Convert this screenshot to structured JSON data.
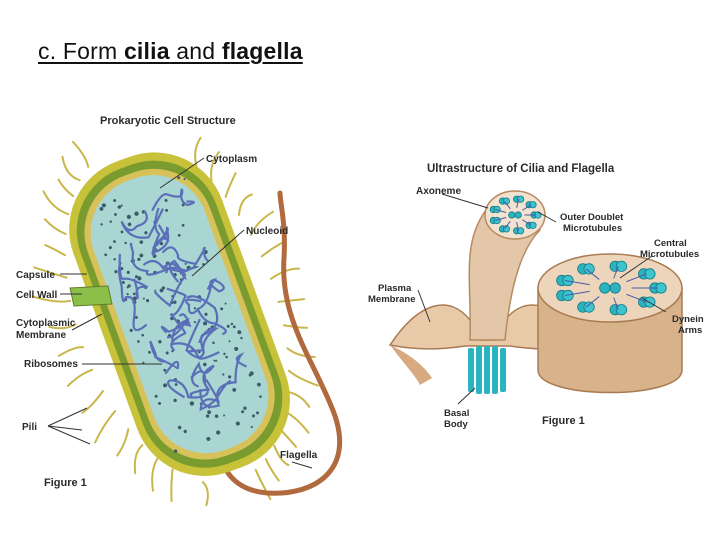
{
  "slide": {
    "title_prefix": "c. Form ",
    "title_bold1": "cilia",
    "title_mid": " and ",
    "title_bold2": "flagella"
  },
  "left_diagram": {
    "title": "Prokaryotic Cell Structure",
    "labels": {
      "cytoplasm": "Cytoplasm",
      "nucleoid": "Nucleoid",
      "capsule": "Capsule",
      "cell_wall": "Cell Wall",
      "cytoplasmic_membrane_1": "Cytoplasmic",
      "cytoplasmic_membrane_2": "Membrane",
      "ribosomes": "Ribosomes",
      "pili": "Pili",
      "flagella": "Flagella"
    },
    "figure_caption": "Figure 1"
  },
  "right_diagram": {
    "title": "Ultrastructure of Cilia and Flagella",
    "labels": {
      "axoneme": "Axoneme",
      "outer_doublet_1": "Outer Doublet",
      "outer_doublet_2": "Microtubules",
      "central_1": "Central",
      "central_2": "Microtubules",
      "plasma_1": "Plasma",
      "plasma_2": "Membrane",
      "dynein_1": "Dynein",
      "dynein_2": "Arms",
      "basal_1": "Basal",
      "basal_2": "Body"
    },
    "figure_caption": "Figure 1"
  },
  "colors": {
    "capsule": "#c8c23a",
    "cell_wall": "#7a9b2e",
    "cytoplasm": "#a9d6d2",
    "nucleoid": "#5b6fb8",
    "pili": "#c9b64a",
    "flagellum": "#b06a3e",
    "axoneme": "#e3c7a8",
    "microtubule": "#2bb3c0"
  }
}
